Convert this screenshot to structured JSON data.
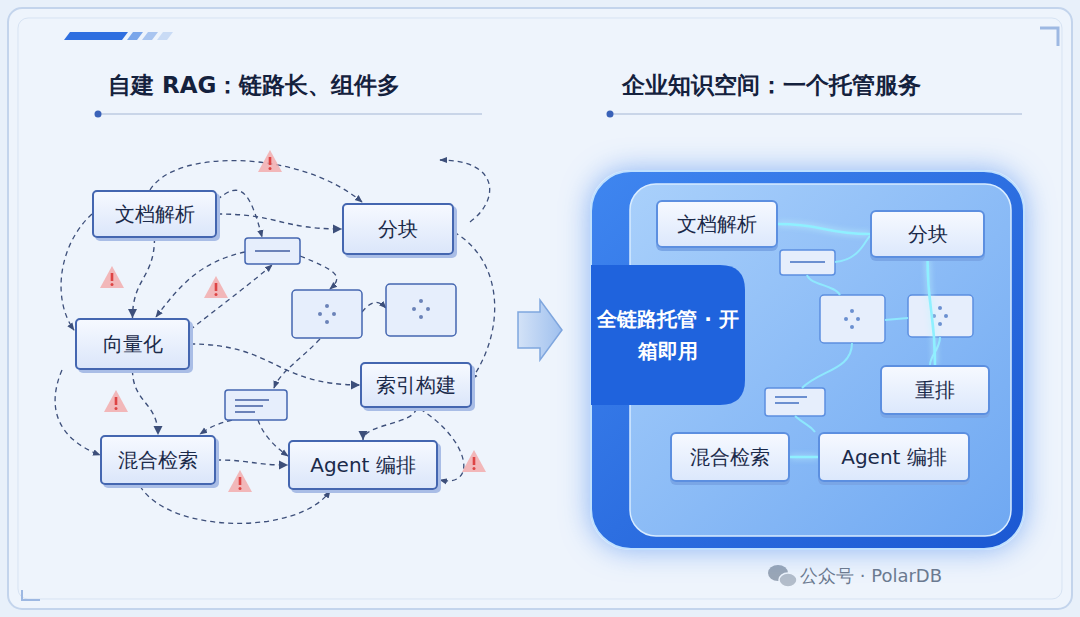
{
  "diagram": {
    "nodes": [
      {
        "text": [
          "文档解析"
        ]
      },
      {
        "text": [
          "分块"
        ]
      },
      {
        "text": [
          "向量化"
        ]
      },
      {
        "text": [
          "索引构建"
        ]
      },
      {
        "text": [
          "混合检索"
        ]
      },
      {
        "text": [
          "Agent 编排"
        ]
      },
      {
        "text": [
          "全链路托管 · 开箱即用"
        ]
      },
      {
        "text": [
          "文档解析"
        ],
        "in": 6
      },
      {
        "text": [
          "分块"
        ],
        "in": 6
      },
      {
        "text": [
          "重排"
        ],
        "in": 6
      },
      {
        "text": [
          "混合检索"
        ],
        "in": 6
      },
      {
        "text": [
          "Agent 编排"
        ],
        "in": 6
      }
    ],
    "edges": [
      {
        "from": 0,
        "to": 1,
        "arrow": "to"
      },
      {
        "from": 0,
        "to": 2,
        "arrow": "to"
      },
      {
        "from": 2,
        "to": 4,
        "arrow": "to"
      },
      {
        "from": 4,
        "to": 5,
        "arrow": "to"
      },
      {
        "from": 3,
        "to": 5,
        "arrow": "to"
      },
      {
        "from": 2,
        "to": 3,
        "arrow": "to"
      },
      {
        "from": 7,
        "to": 8,
        "arrow": "none"
      },
      {
        "from": 8,
        "to": 9,
        "arrow": "none"
      },
      {
        "from": 10,
        "to": 11,
        "arrow": "none"
      }
    ],
    "labels": [
      "自建 RAG：链路长、组件多",
      "企业知识空间：一个托管服务",
      "公众号 · PolarDB"
    ]
  }
}
